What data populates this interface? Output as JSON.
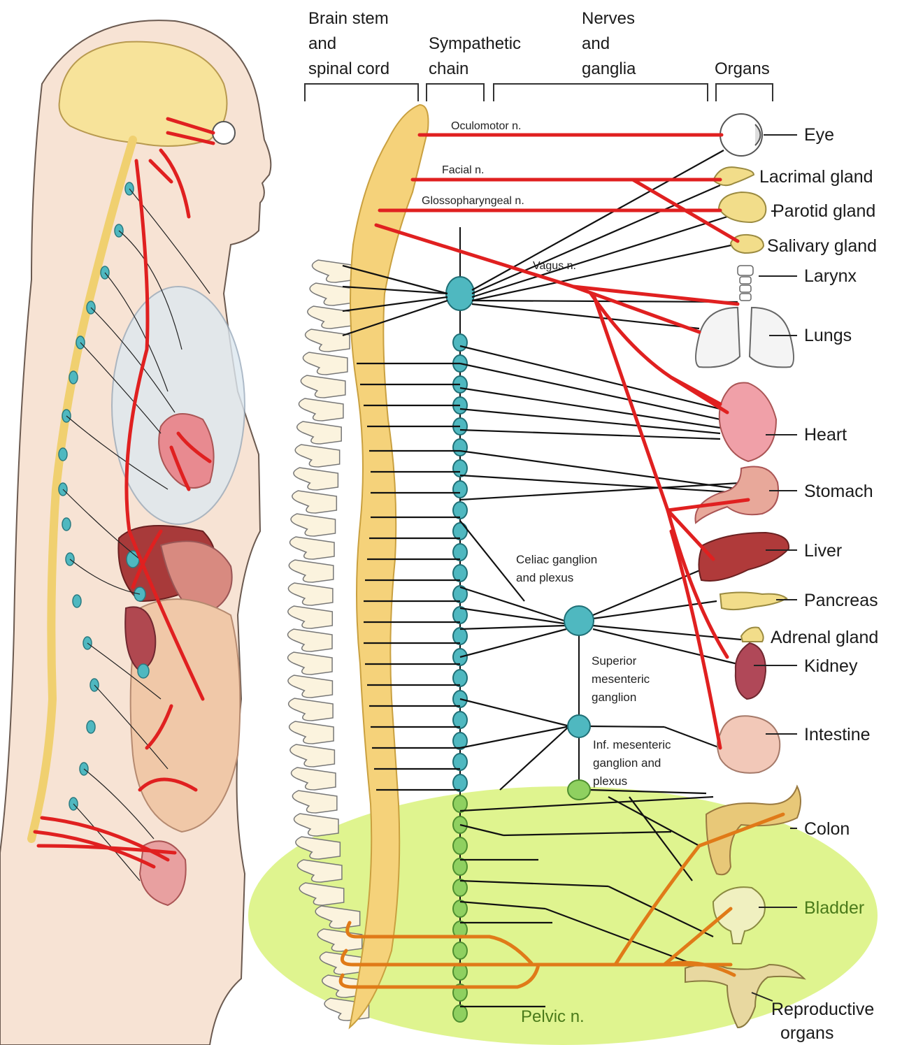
{
  "headers": {
    "brainstem": [
      "Brain stem",
      "and",
      "spinal cord"
    ],
    "chain": [
      "Sympathetic",
      "chain"
    ],
    "nerves": [
      "Nerves",
      "and",
      "ganglia"
    ],
    "organs_hdr": "Organs"
  },
  "nerves": {
    "oculomotor": "Oculomotor n.",
    "facial": "Facial n.",
    "glosso": "Glossopharyngeal n.",
    "vagus": "Vagus n.",
    "pelvic": "Pelvic n."
  },
  "ganglia": {
    "celiac": [
      "Celiac ganglion",
      "and plexus"
    ],
    "superior": [
      "Superior",
      "mesenteric",
      "ganglion"
    ],
    "inferior": [
      "Inf. mesenteric",
      "ganglion and",
      "plexus"
    ]
  },
  "organs": {
    "eye": "Eye",
    "lacrimal": "Lacrimal gland",
    "parotid": "Parotid gland",
    "salivary": "Salivary gland",
    "larynx": "Larynx",
    "lungs": "Lungs",
    "heart": "Heart",
    "stomach": "Stomach",
    "liver": "Liver",
    "pancreas": "Pancreas",
    "adrenal": "Adrenal gland",
    "kidney": "Kidney",
    "intestine": "Intestine",
    "colon": "Colon",
    "bladder": "Bladder",
    "reproductive": [
      "Reproductive",
      "organs"
    ]
  },
  "colors": {
    "parasympathetic": "#e02020",
    "sympathetic": "#111111",
    "pelvic": "#e07a18",
    "ganglion": "#4fb8c0",
    "spinal_cord": "#f5d27a",
    "pelvic_region": "#d4f06a",
    "skin": "#f7e3d4"
  }
}
